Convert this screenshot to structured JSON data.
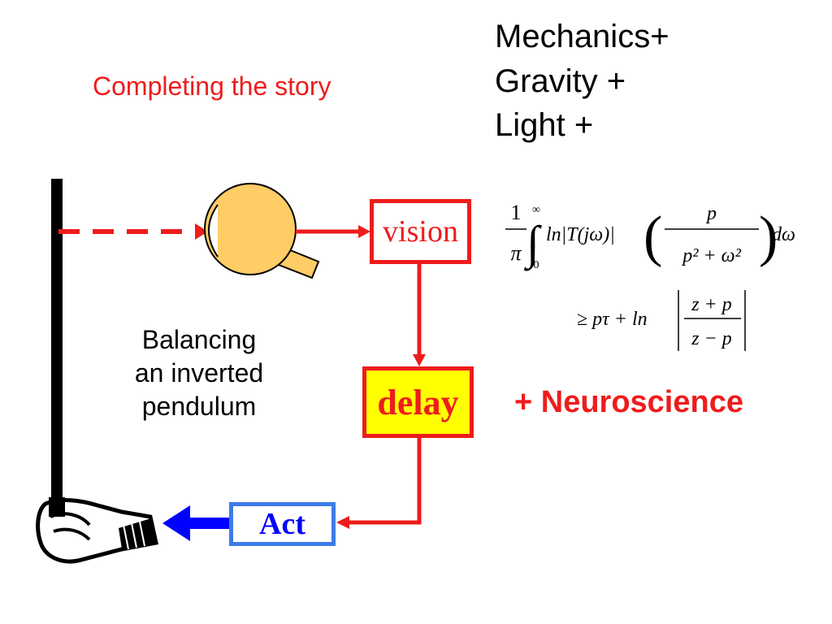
{
  "title": "Completing the story",
  "stack": {
    "line1": "Mechanics+",
    "line2": "Gravity +",
    "line3": "Light +"
  },
  "balance_caption": {
    "line1": "Balancing",
    "line2": "an inverted",
    "line3": "pendulum"
  },
  "boxes": {
    "vision": "vision",
    "delay": "delay",
    "act": "Act"
  },
  "neuroscience": "+ Neuroscience",
  "formula": {
    "frac_num": "1",
    "frac_den": "π",
    "upper": "∞",
    "lower": "0",
    "integrand": "ln|T(jω)|",
    "inner_num": "p",
    "inner_den": "p² + ω²",
    "dw": "dω",
    "rhs": "≥ pτ + ln",
    "ratio_num": "z + p",
    "ratio_den": "z − p"
  },
  "colors": {
    "red": "#ee1c1c",
    "blue": "#0000ff",
    "eye": "#ffcc66",
    "yellow": "#ffff00"
  }
}
